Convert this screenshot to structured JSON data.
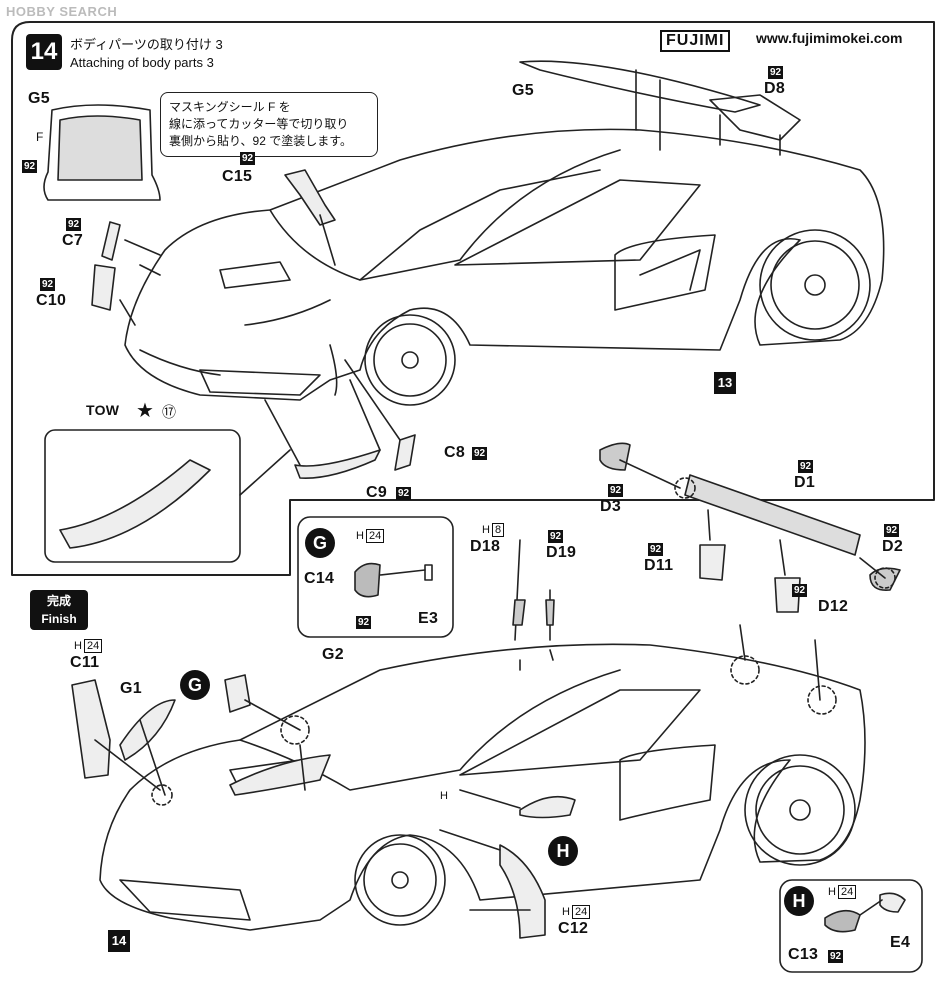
{
  "watermark": "HOBBY SEARCH",
  "header": {
    "step_number": "14",
    "title_jp": "ボディパーツの取り付け 3",
    "title_en": "Attaching of body parts 3",
    "brand": "FUJIMI",
    "url": "www.fujimimokei.com"
  },
  "note": {
    "line1": "マスキングシール F を",
    "line2": "線に添ってカッター等で切り取り",
    "line3": "裏側から貼り、92 で塗装します。"
  },
  "tow_label": "TOW",
  "tow_num": "⑰",
  "finish": {
    "jp": "完成",
    "en": "Finish"
  },
  "badge_92": "92",
  "h_label": "H",
  "parts": {
    "G5_top": "G5",
    "F": "F",
    "G5": "G5",
    "D8": "D8",
    "C15": "C15",
    "C7": "C7",
    "C10": "C10",
    "C8": "C8",
    "C9": "C9",
    "D3": "D3",
    "D1": "D1",
    "D2": "D2",
    "D11": "D11",
    "D12": "D12",
    "D18": "D18",
    "D19": "D19",
    "C14": "C14",
    "E3": "E3",
    "C11": "C11",
    "G1": "G1",
    "G2": "G2",
    "C12": "C12",
    "C13": "C13",
    "E4": "E4"
  },
  "h_values": {
    "h24": "24",
    "h8": "8"
  },
  "refs": {
    "r13": "13",
    "r14": "14"
  },
  "circles": {
    "G": "G",
    "H": "H"
  }
}
